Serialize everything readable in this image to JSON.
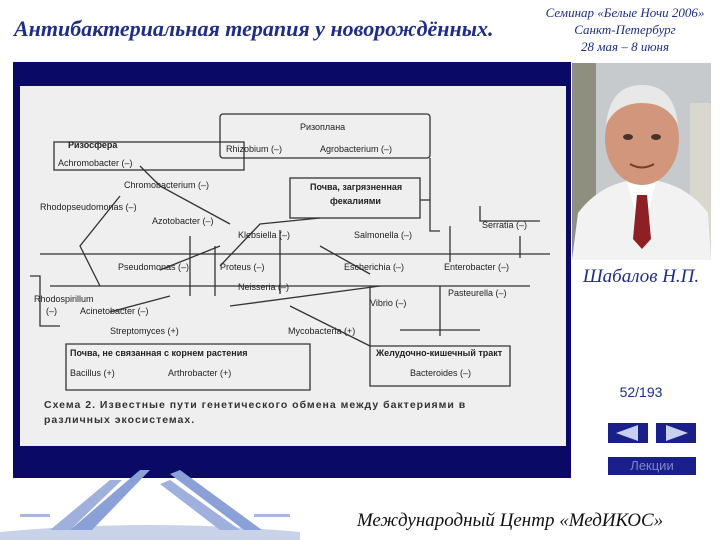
{
  "header": {
    "title": "Антибактериальная терапия у новорождённых.",
    "seminar_lines": [
      "Семинар «Белые Ночи 2006»",
      "Санкт-Петербург",
      "28 мая – 8 июня"
    ]
  },
  "diagram": {
    "labels": {
      "rhizoplane": "Ризоплана",
      "rhizobium": "Rhizobium (–)",
      "agrobacterium": "Agrobacterium (–)",
      "rhizosphere": "Ризосфера",
      "achromobacter": "Achromobacter (–)",
      "chromobacterium": "Chromobacterium (–)",
      "polluted_soil_1": "Почва, загрязненная",
      "polluted_soil_2": "фекалиями",
      "rhodopseudomonas": "Rhodopseudomonas (–)",
      "azotobacter": "Azotobacter (–)",
      "klebsiella": "Klebsiella (–)",
      "salmonella": "Salmonella (–)",
      "serratia": "Serratia (–)",
      "pseudomonas": "Pseudomonas (–)",
      "proteus": "Proteus (–)",
      "escherichia": "Escherichia (–)",
      "enterobacter": "Enterobacter (–)",
      "neisseria": "Neisseria (–)",
      "pasteurella": "Pasteurella (–)",
      "rhodospirillum_1": "Rhodospirillum",
      "rhodospirillum_2": "(–)",
      "acinetobacter": "Acinetobacter (–)",
      "vibrio": "Vibrio (–)",
      "streptomyces": "Streptomyces (+)",
      "mycobacteria": "Mycobacteria (+)",
      "soil_unrelated": "Почва, не связанная с корнем растения",
      "gi_tract": "Желудочно-кишечный тракт",
      "bacillus": "Bacillus (+)",
      "arthrobacter": "Arthrobacter (+)",
      "bacteroides": "Bacteroides (–)"
    },
    "caption_line1": "Схема 2. Известные пути генетического обмена между бактериями в",
    "caption_line2": "различных экосистемах."
  },
  "sidebar": {
    "author": "Шабалов Н.П.",
    "slide_counter": "52/193",
    "prev_icon": "left-arrow-icon",
    "next_icon": "right-arrow-icon",
    "lectures_button": "Лекции"
  },
  "footer": {
    "organization": "Международный Центр «МедИКОС»"
  },
  "colors": {
    "title_blue": "#1d2d88",
    "panel_navy": "#0a0a66",
    "button_blue": "#1a1f8a",
    "arrow_light": "#c8d0f0"
  }
}
